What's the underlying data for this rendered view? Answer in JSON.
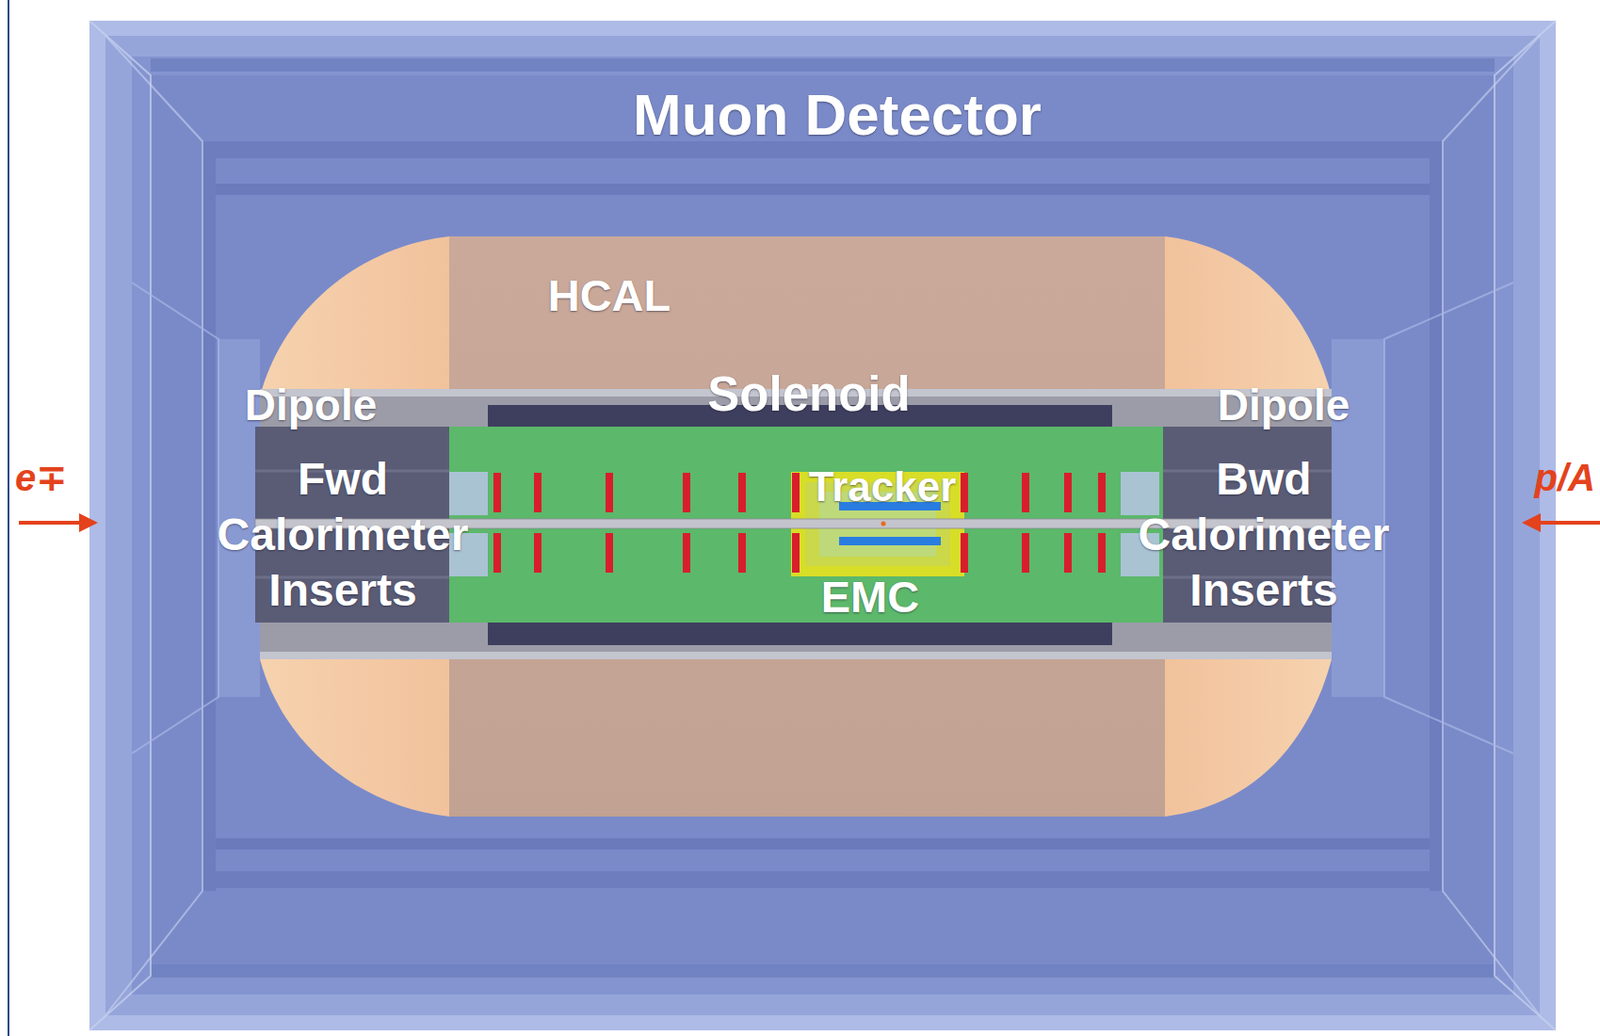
{
  "diagram": {
    "nodes": [
      {
        "text": [
          "Muon Detector"
        ]
      },
      {
        "text": [
          "HCAL"
        ],
        "in": 0
      },
      {
        "text": [
          "Dipole"
        ],
        "in": 1
      },
      {
        "text": [
          "Solenoid"
        ],
        "in": 1
      },
      {
        "text": [
          "Dipole"
        ],
        "in": 1
      },
      {
        "text": [
          "Fwd Calorimeter Inserts"
        ],
        "in": 1
      },
      {
        "text": [
          "EMC"
        ],
        "in": 1
      },
      {
        "text": [
          "Tracker"
        ],
        "in": 6
      },
      {
        "text": [
          "Bwd Calorimeter Inserts"
        ],
        "in": 1
      }
    ],
    "labels": [
      "e∓",
      "p/A"
    ]
  }
}
